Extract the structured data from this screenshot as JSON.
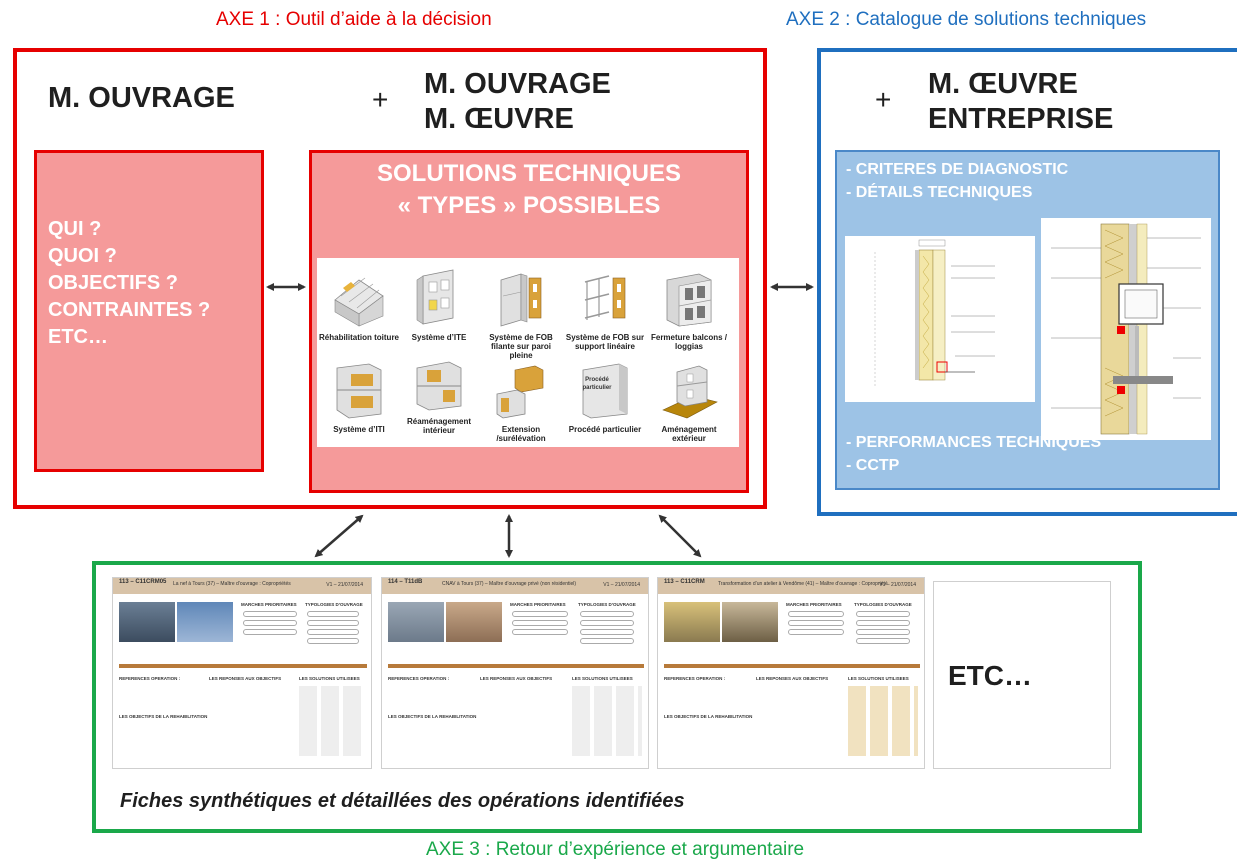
{
  "axes": {
    "axe1": "AXE 1 : Outil d’aide à la décision",
    "axe2": "AXE 2 : Catalogue de solutions techniques",
    "axe3": "AXE 3 : Retour d’expérience et argumentaire"
  },
  "colors": {
    "red": "#e60000",
    "blue": "#1f6fbf",
    "green": "#1aa84a"
  },
  "axe1_block": {
    "heading_left": "M. OUVRAGE",
    "plus": "+",
    "heading_mid_1": "M. OUVRAGE",
    "heading_mid_2": "M. ŒUVRE",
    "questions": [
      "QUI ?",
      "QUOI ?",
      "OBJECTIFS ?",
      "CONTRAINTES ?",
      "ETC…"
    ],
    "solutions_title_1": "SOLUTIONS TECHNIQUES",
    "solutions_title_2": "« TYPES » POSSIBLES",
    "solution_types": [
      {
        "label": "Réhabilitation toiture",
        "icon": "roof-icon"
      },
      {
        "label": "Système d’ITE",
        "icon": "external-insulation-icon"
      },
      {
        "label": "Système de FOB filante sur paroi pleine",
        "icon": "fob-wall-icon"
      },
      {
        "label": "Système de FOB sur support linéaire",
        "icon": "fob-frame-icon"
      },
      {
        "label": "Fermeture balcons / loggias",
        "icon": "balcony-icon"
      },
      {
        "label": "Système d’ITI",
        "icon": "internal-insulation-icon"
      },
      {
        "label": "Réaménagement intérieur",
        "icon": "interior-icon"
      },
      {
        "label": "Extension /surélévation",
        "icon": "extension-icon"
      },
      {
        "label": "Procédé particulier",
        "icon": "special-process-icon",
        "badge": "Procédé particulier"
      },
      {
        "label": "Aménagement extérieur",
        "icon": "outdoor-icon"
      }
    ]
  },
  "axe2_block": {
    "plus": "+",
    "heading_1": "M. ŒUVRE",
    "heading_2": "ENTREPRISE",
    "items_top": [
      "- CRITERES DE DIAGNOSTIC",
      "- DÉTAILS  TECHNIQUES"
    ],
    "items_bottom": [
      "- PERFORMANCES  TECHNIQUES",
      "- CCTP"
    ]
  },
  "axe3_block": {
    "caption": "Fiches synthétiques et détaillées des opérations identifiées",
    "etc": "ETC…",
    "sheets": [
      {
        "id": "113 – C11CRM05",
        "title": "La nef à Tours (37) – Maître d’ouvrage : Copropriétés",
        "version": "V1 – 21/07/2014"
      },
      {
        "id": "114 – T11dB",
        "title": "CNAV à Tours (37) – Maître d’ouvrage privé (non résidentiel)",
        "version": "V1 – 21/07/2014"
      },
      {
        "id": "113 – C11CRM",
        "title": "Transformation d’un atelier à Vendôme (41) – Maître d’ouvrage : Copropriété",
        "version": "V1 – 21/07/2014"
      }
    ],
    "sheet_labels": {
      "marches": "MARCHES PRIORITAIRES",
      "typologies": "TYPOLOGIES D’OUVRAGE",
      "references": "REFERENCES OPERATION :",
      "reponses": "LES REPONSES AUX OBJECTIFS",
      "solutions": "LES SOLUTIONS UTILISEES",
      "objectifs": "LES OBJECTIFS DE LA REHABILITATION"
    }
  }
}
